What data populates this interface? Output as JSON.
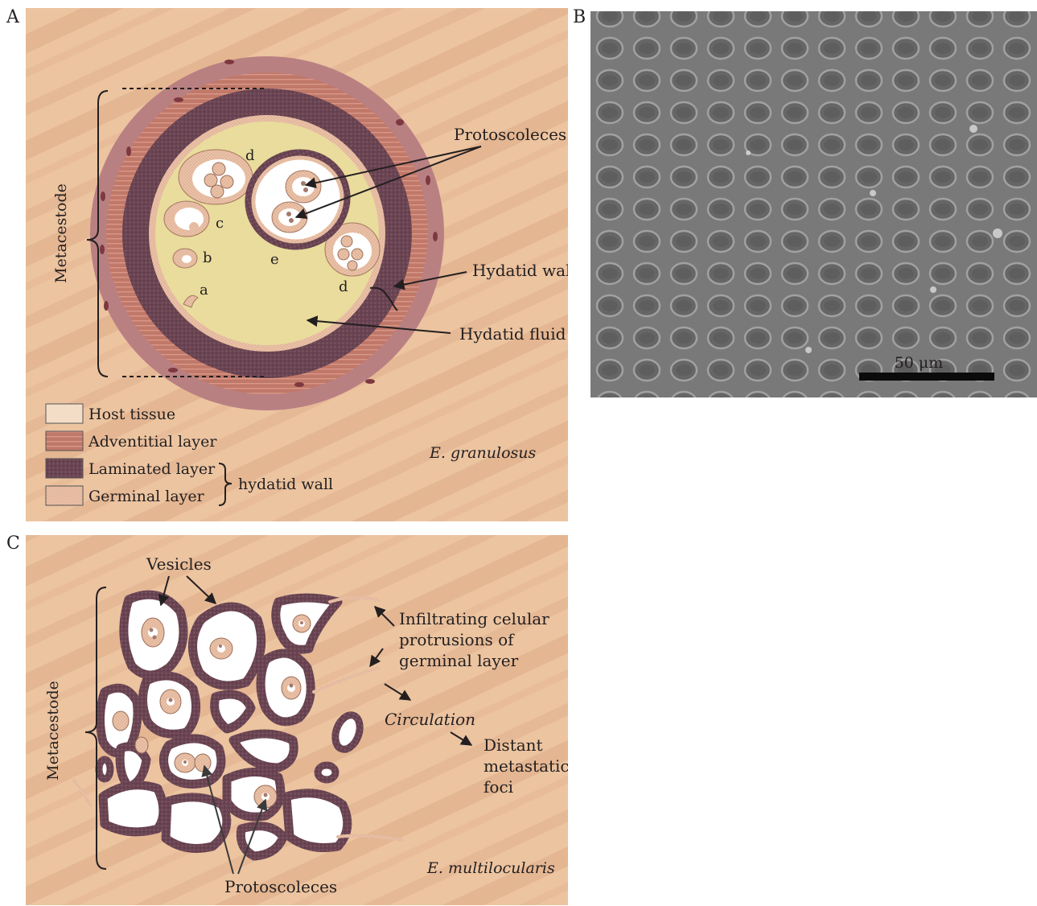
{
  "panels": {
    "a": {
      "letter": "A"
    },
    "b": {
      "letter": "B"
    },
    "c": {
      "letter": "C"
    }
  },
  "panel_a": {
    "bracket_label": "Metacestode",
    "protoscoleces_label": "Protoscoleces",
    "hydatid_wall_label": "Hydatid wall",
    "hydatid_fluid_label": "Hydatid fluid",
    "stage_letters": {
      "a": "a",
      "b": "b",
      "c": "c",
      "d_top": "d",
      "d_right": "d",
      "e": "e"
    },
    "species": "E. granulosus",
    "legend": {
      "host_tissue": "Host tissue",
      "adventitial": "Adventitial layer",
      "laminated": "Laminated layer",
      "germinal": "Germinal layer",
      "group": "hydatid wall"
    }
  },
  "panel_b": {
    "scale_bar_label": "50 μm"
  },
  "panel_c": {
    "bracket_label": "Metacestode",
    "vesicles_label": "Vesicles",
    "infiltrating_lines": [
      "Infiltrating celular",
      "protrusions of",
      "germinal layer"
    ],
    "circulation_label": "Circulation",
    "distant_lines": [
      "Distant",
      "metastatic",
      "foci"
    ],
    "protoscoleces_label": "Protoscoleces",
    "species": "E. multilocularis"
  },
  "colors": {
    "host_tissue": "#ecc4a0",
    "host_streak": "#dba887",
    "adventitial": "#c57d6f",
    "adventitial_outer": "#b1797a",
    "laminated": "#6a4452",
    "germinal": "#ebc2a7",
    "hydatid_fluid": "#e9dc9c",
    "vesicle_interior": "#ffffff",
    "sem_bg": "#7b7b7b",
    "text": "#231f20"
  }
}
